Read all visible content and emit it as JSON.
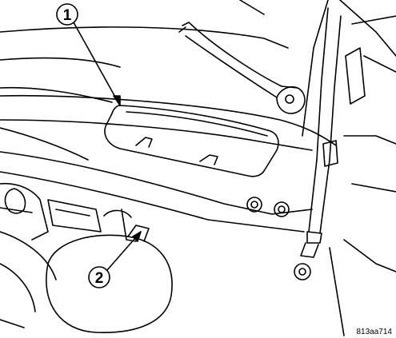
{
  "callouts": [
    {
      "number": "1"
    },
    {
      "number": "2"
    }
  ],
  "figure_code": "813aa714"
}
